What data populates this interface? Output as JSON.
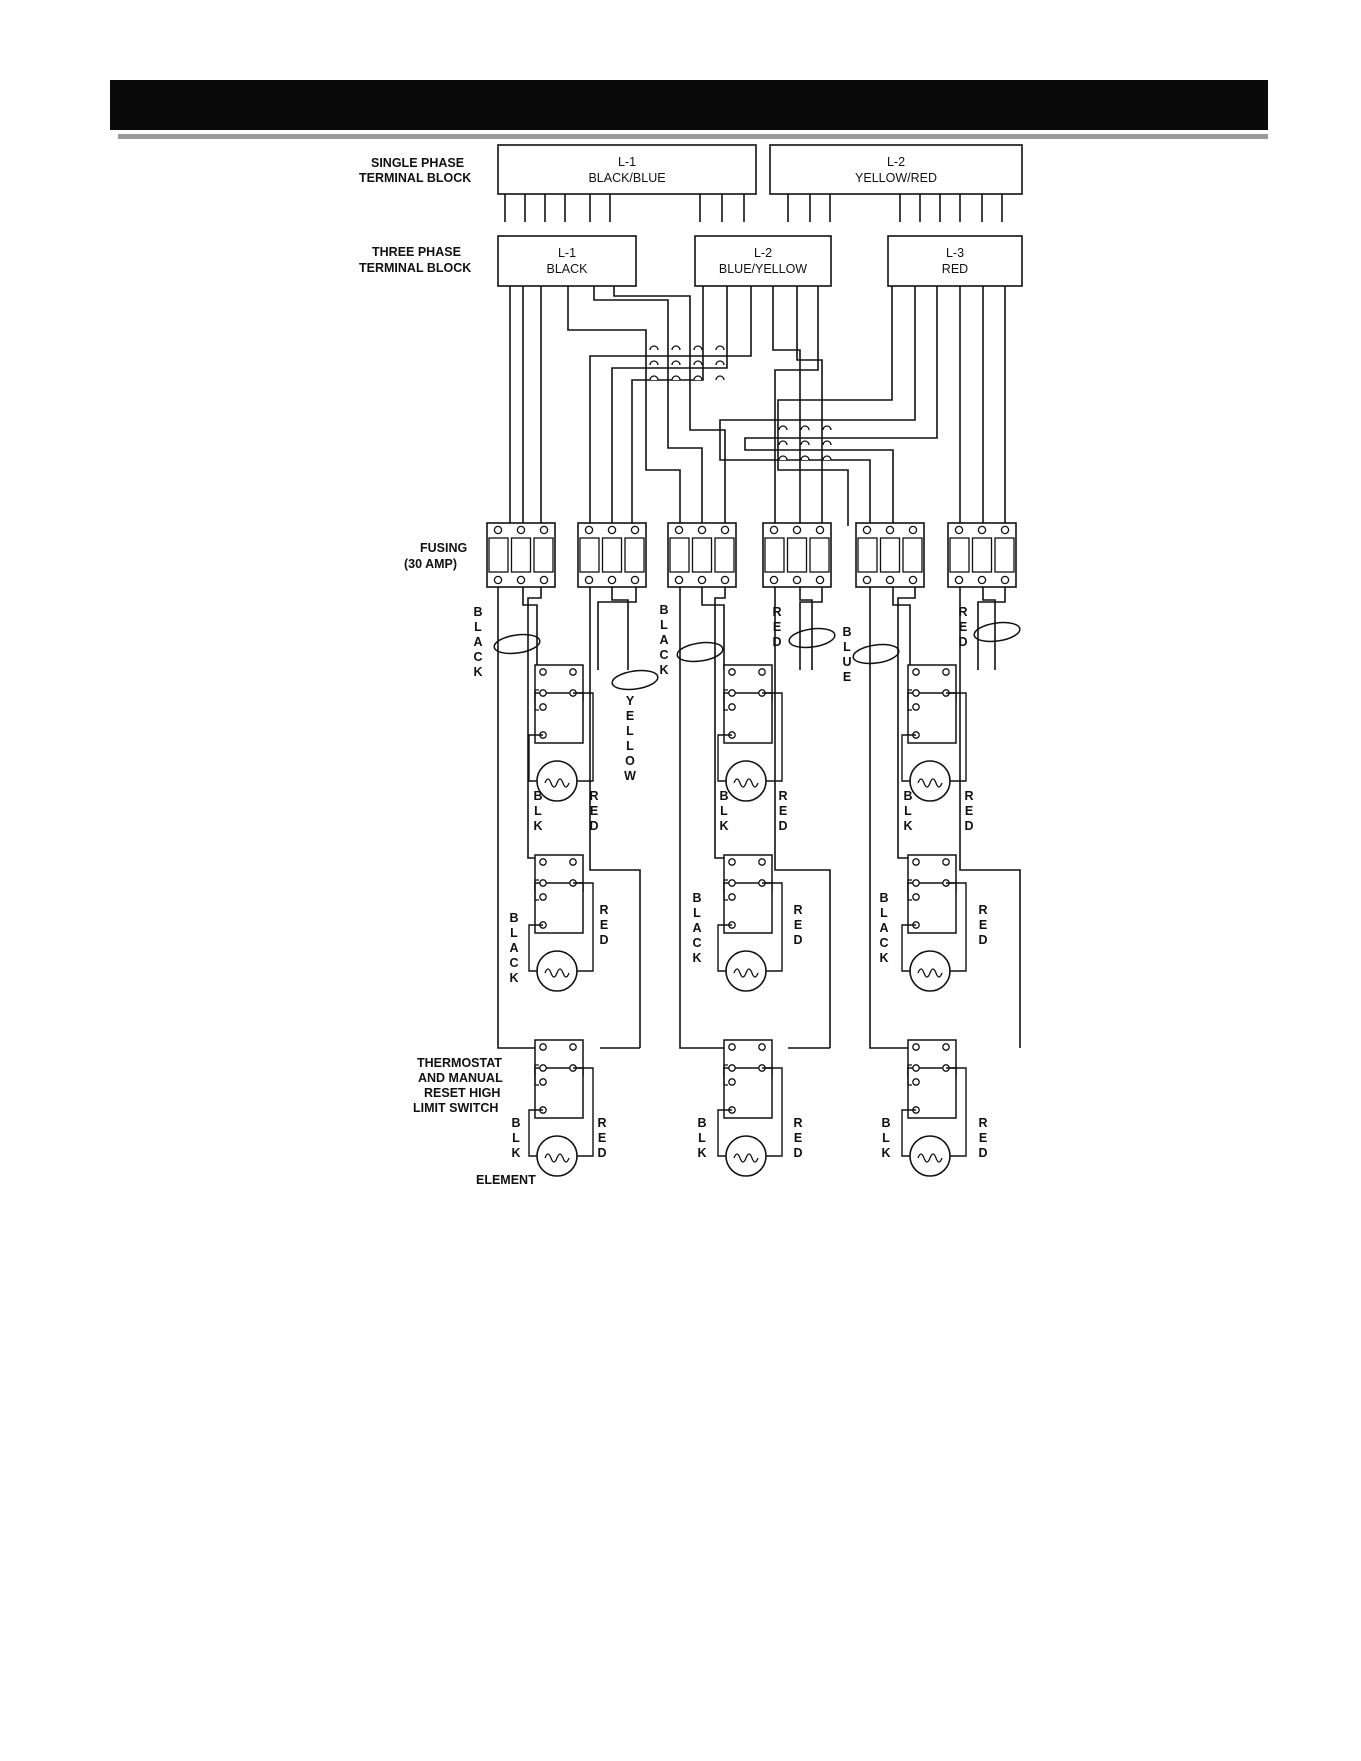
{
  "labels": {
    "single_phase_1": "SINGLE PHASE",
    "single_phase_2": "TERMINAL BLOCK",
    "three_phase_1": "THREE PHASE",
    "three_phase_2": "TERMINAL BLOCK",
    "fusing_1": "FUSING",
    "fusing_2": "(30 AMP)",
    "thermostat_1": "THERMOSTAT",
    "thermostat_2": "AND MANUAL",
    "thermostat_3": "RESET HIGH",
    "thermostat_4": "LIMIT SWITCH",
    "element": "ELEMENT"
  },
  "single_phase_blocks": [
    {
      "line": "L-1",
      "color": "BLACK/BLUE"
    },
    {
      "line": "L-2",
      "color": "YELLOW/RED"
    }
  ],
  "three_phase_blocks": [
    {
      "line": "L-1",
      "color": "BLACK"
    },
    {
      "line": "L-2",
      "color": "BLUE/YELLOW"
    },
    {
      "line": "L-3",
      "color": "RED"
    }
  ],
  "wire_labels": {
    "black": "BLACK",
    "yellow": "YELLOW",
    "red": "RED",
    "blue": "BLUE",
    "blk": "BLK"
  }
}
